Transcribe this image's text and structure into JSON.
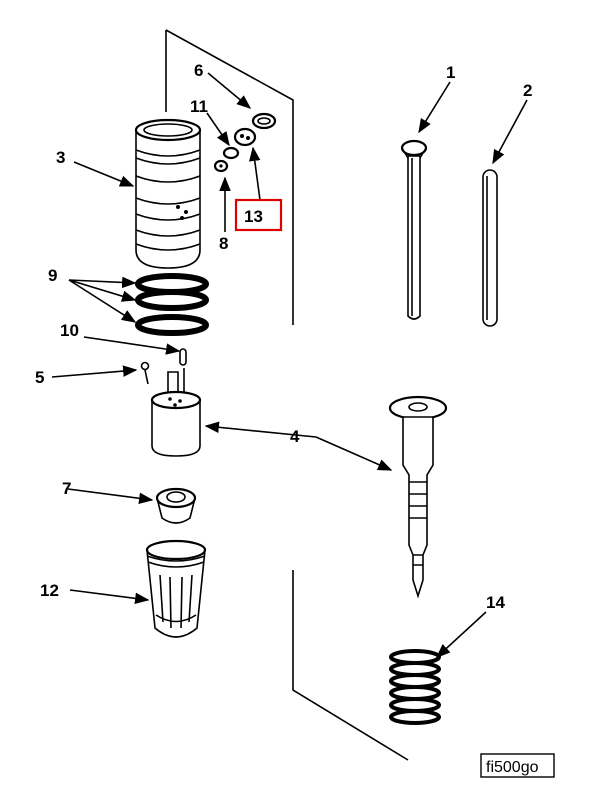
{
  "callouts": {
    "c1": "1",
    "c2": "2",
    "c3": "3",
    "c4": "4",
    "c5": "5",
    "c6": "6",
    "c7": "7",
    "c8": "8",
    "c9": "9",
    "c10": "10",
    "c11": "11",
    "c12": "12",
    "c13": "13",
    "c14": "14"
  },
  "highlight_callout": "13",
  "highlight_color": "#e00000",
  "figure_id": "fi500go"
}
